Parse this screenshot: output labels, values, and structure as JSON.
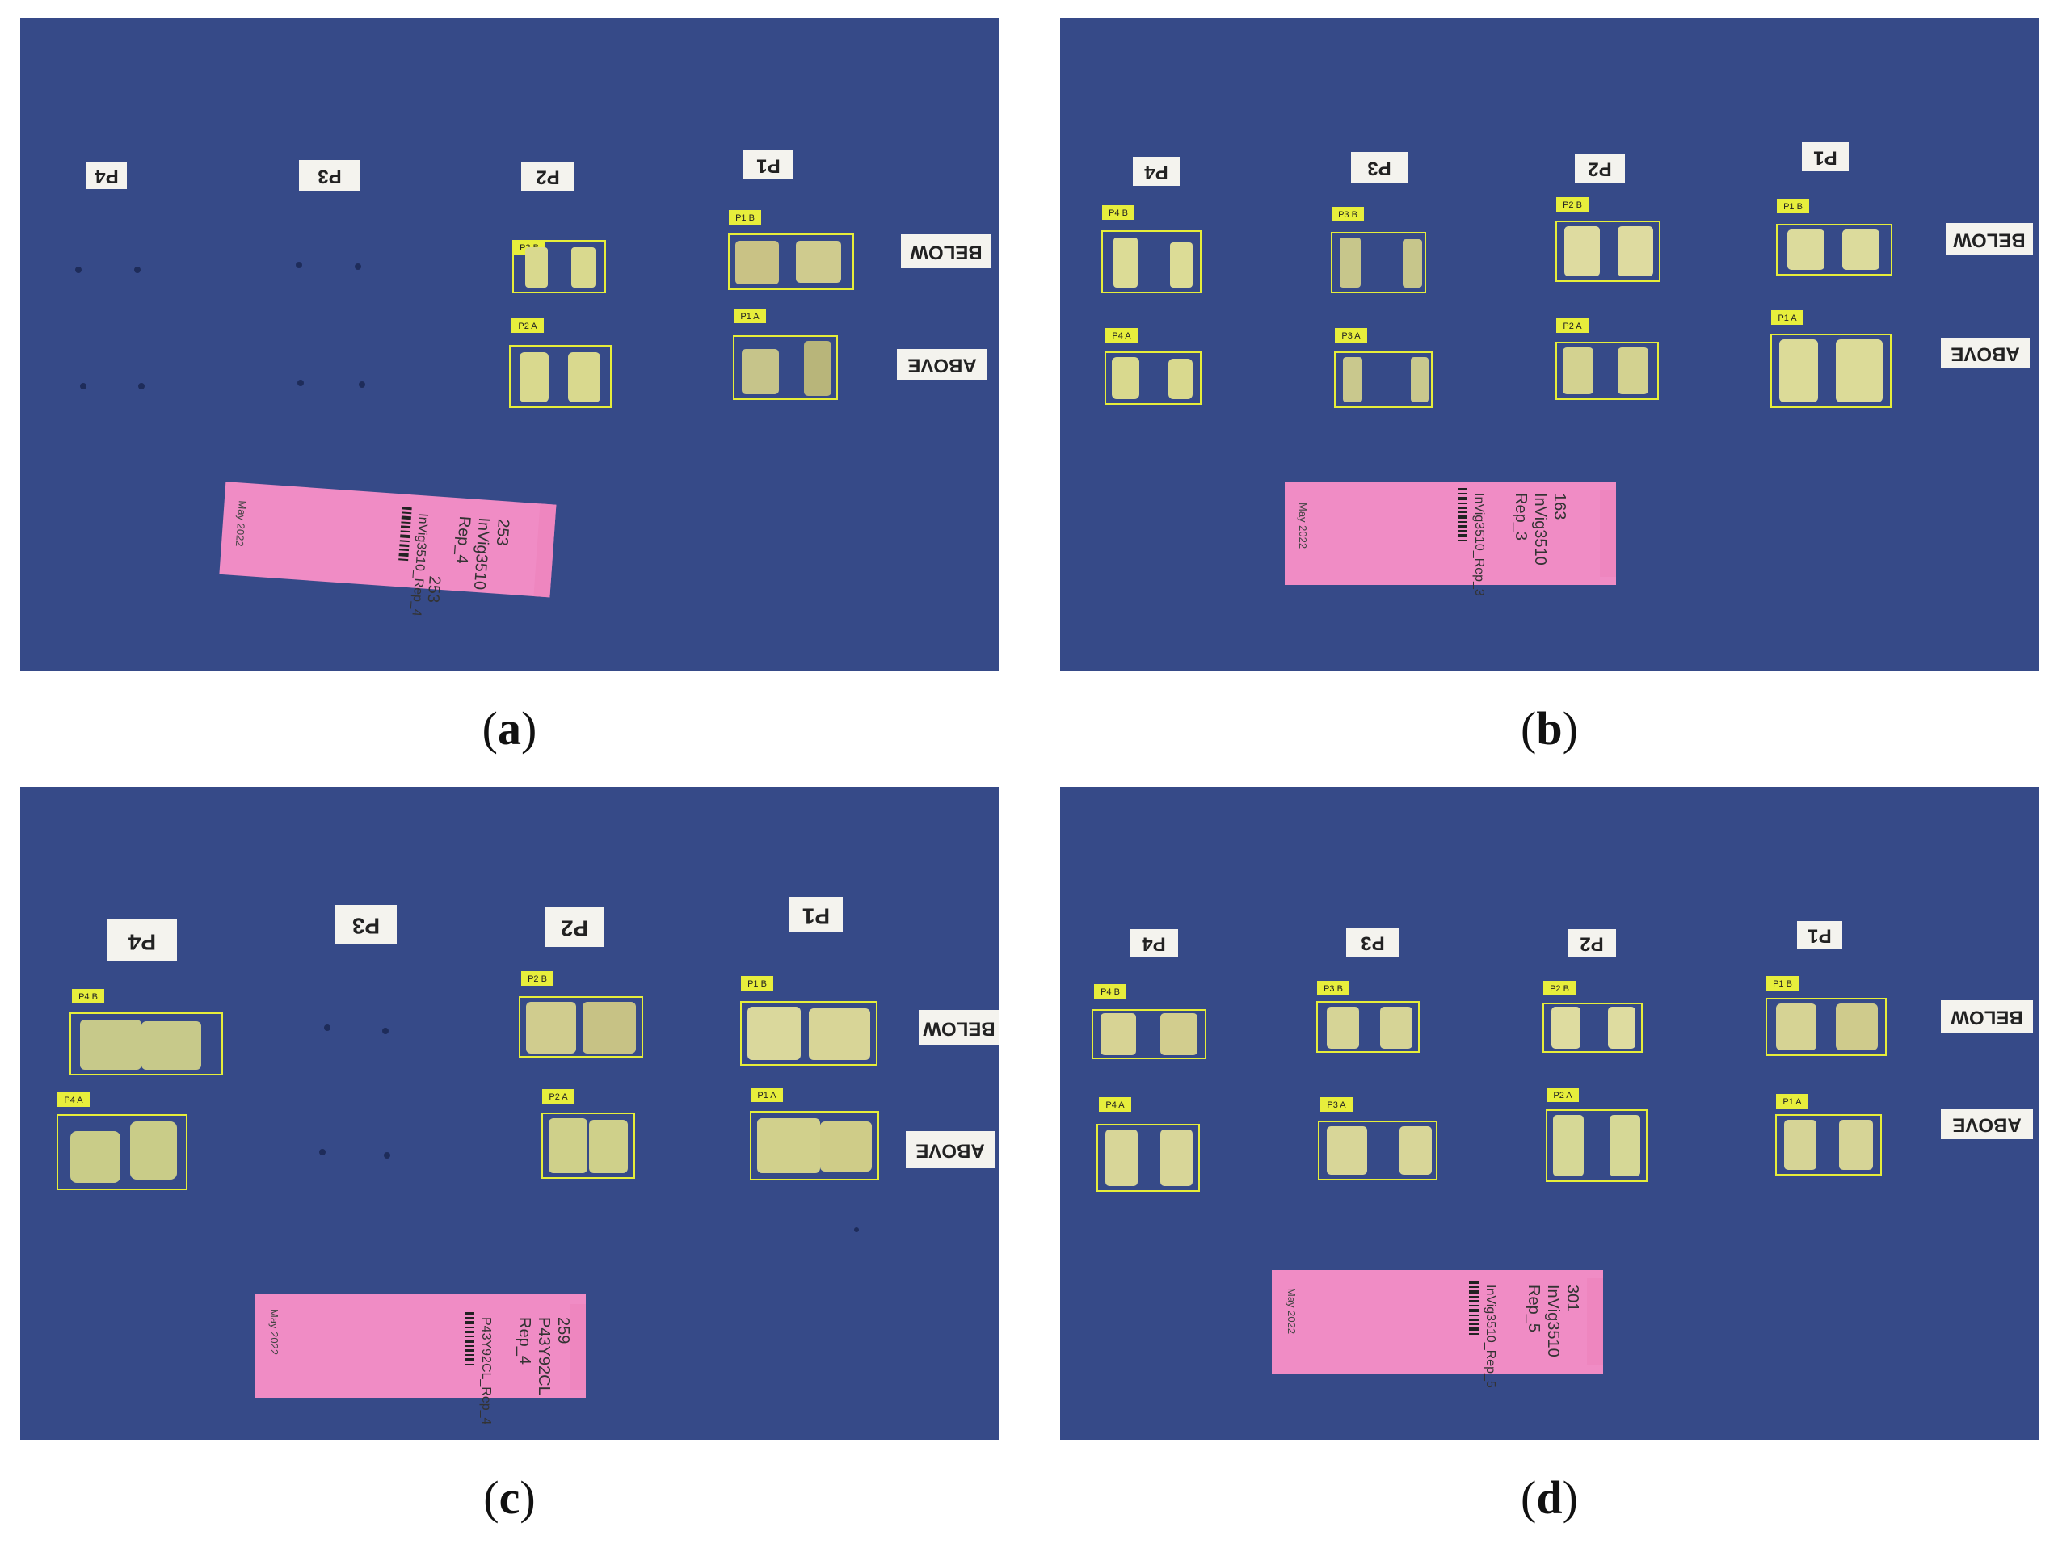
{
  "colors": {
    "board": "#364a88",
    "board_edge": "#2c3f7c",
    "box_stroke": "#e6ee3a",
    "tag_fill": "#e7ee3c",
    "tissue": "#d9d98e",
    "tissue_dark": "#8f8a4a",
    "label_paper": "#f4f3ee",
    "pink_card": "#f08cc5"
  },
  "panels": [
    {
      "caption": "a",
      "row_labels": {
        "below": "BELOW",
        "above": "ABOVE"
      },
      "plant_labels": [
        "P4",
        "P3",
        "P2",
        "P1"
      ],
      "sample_tags": {
        "p2b": "P2 B",
        "p1b": "P1 B",
        "p2a": "P2 A",
        "p1a": "P1 A"
      },
      "card": {
        "number": "253",
        "code": "InVig3510",
        "rep": "Rep_4",
        "barcode_text": "InVig3510_Rep_4",
        "date": "May 2022"
      }
    },
    {
      "caption": "b",
      "row_labels": {
        "below": "BELOW",
        "above": "ABOVE"
      },
      "plant_labels": [
        "P4",
        "P3",
        "P2",
        "P1"
      ],
      "sample_tags": {
        "p4b": "P4 B",
        "p3b": "P3 B",
        "p2b": "P2 B",
        "p1b": "P1 B",
        "p4a": "P4 A",
        "p3a": "P3 A",
        "p2a": "P2 A",
        "p1a": "P1 A"
      },
      "card": {
        "number": "163",
        "code": "InVig3510",
        "rep": "Rep_3",
        "barcode_text": "InVig3510_Rep_3",
        "date": "May 2022"
      }
    },
    {
      "caption": "c",
      "row_labels": {
        "below": "BELOW",
        "above": "ABOVE"
      },
      "plant_labels": [
        "P4",
        "P3",
        "P2",
        "P1"
      ],
      "sample_tags": {
        "p4b": "P4 B",
        "p2b": "P2 B",
        "p1b": "P1 B",
        "p4a": "P4 A",
        "p2a": "P2 A",
        "p1a": "P1 A"
      },
      "card": {
        "number": "259",
        "code": "P43Y92CL",
        "rep": "Rep_4",
        "barcode_text": "P43Y92CL_Rep_4",
        "date": "May 2022"
      }
    },
    {
      "caption": "d",
      "row_labels": {
        "below": "BELOW",
        "above": "ABOVE"
      },
      "plant_labels": [
        "P4",
        "P3",
        "P2",
        "P1"
      ],
      "sample_tags": {
        "p4b": "P4 B",
        "p3b": "P3 B",
        "p2b": "P2 B",
        "p1b": "P1 B",
        "p4a": "P4 A",
        "p3a": "P3 A",
        "p2a": "P2 A",
        "p1a": "P1 A"
      },
      "card": {
        "number": "301",
        "code": "InVig3510",
        "rep": "Rep_5",
        "barcode_text": "InVig3510_Rep_5",
        "date": "May 2022"
      }
    }
  ]
}
